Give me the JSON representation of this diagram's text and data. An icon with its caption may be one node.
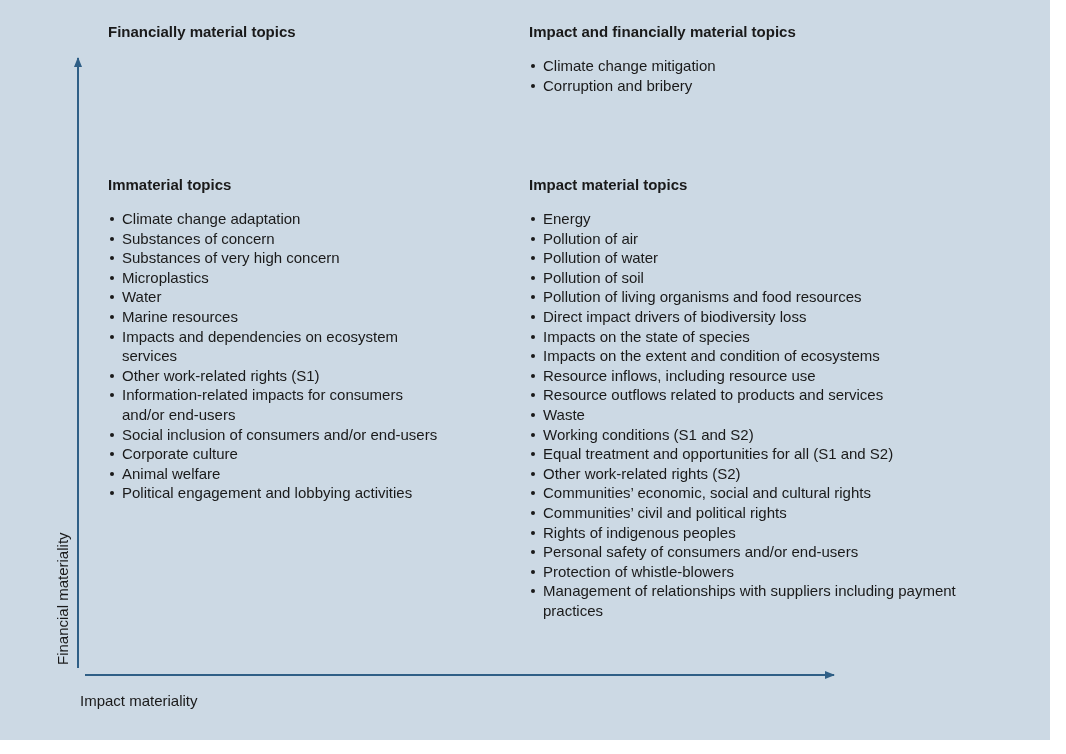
{
  "diagram": {
    "nodes": [
      {
        "text": [
          "Financially material topics"
        ]
      },
      {
        "text": [
          "Impact and financially material topics",
          "Climate change mitigation",
          "Corruption and bribery"
        ]
      },
      {
        "text": [
          "Immaterial topics",
          "Climate change adaptation",
          "Substances of concern",
          "Substances of very high concern",
          "Microplastics",
          "Water",
          "Marine resources",
          "Impacts and dependencies on ecosystem services",
          "Other work-related rights (S1)",
          "Information-related impacts for consumers and/or end-users",
          "Social inclusion of consumers and/or end-users",
          "Corporate culture",
          "Animal welfare",
          "Political engagement and lobbying activities"
        ]
      },
      {
        "text": [
          "Impact material topics",
          "Energy",
          "Pollution of air",
          "Pollution of water",
          "Pollution of soil",
          "Pollution of living organisms and food resources",
          "Direct impact drivers of biodiversity loss",
          "Impacts on the state of species",
          "Impacts on the extent and condition of ecosystems",
          "Resource inflows, including resource use",
          "Resource outflows related to products and services",
          "Waste",
          "Working conditions (S1 and S2)",
          "Equal treatment and opportunities for all (S1 and S2)",
          "Other work-related rights (S2)",
          "Communities’ economic, social and cultural rights",
          "Communities’ civil and political rights",
          "Rights of indigenous peoples",
          "Personal safety of consumers and/or end-users",
          "Protection of whistle-blowers",
          "Management of relationships with suppliers including payment practices"
        ]
      }
    ],
    "labels": [
      "Financial materiality",
      "Impact materiality"
    ]
  }
}
